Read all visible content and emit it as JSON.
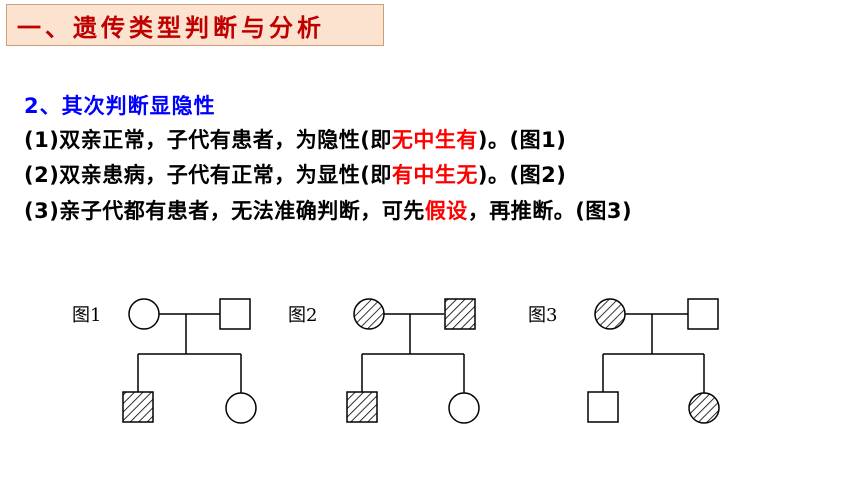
{
  "header": {
    "title": "一、遗传类型判断与分析"
  },
  "section": {
    "subtitle": "2、其次判断显隐性"
  },
  "lines": [
    {
      "prefix": "(1)双亲正常，子代有患者，为隐性(即",
      "highlight": "无中生有",
      "suffix": ")。(图1)"
    },
    {
      "prefix": "(2)双亲患病，子代有正常，为显性(即",
      "highlight": "有中生无",
      "suffix": ")。(图2)"
    },
    {
      "prefix": "(3)亲子代都有患者，无法准确判断，可先",
      "highlight": "假设",
      "suffix": "，再推断。(图3)"
    }
  ],
  "figures": [
    {
      "label": "图1",
      "mother": "normal",
      "father": "normal",
      "son": "affected",
      "daughter": "normal"
    },
    {
      "label": "图2",
      "mother": "affected",
      "father": "affected",
      "son": "affected",
      "daughter": "normal"
    },
    {
      "label": "图3",
      "mother": "affected",
      "father": "normal",
      "son": "normal",
      "daughter": "affected"
    }
  ],
  "colors": {
    "title_bg": "#fbe3cf",
    "title_text": "#c00000",
    "subtitle": "#0000ff",
    "highlight": "#ff0000"
  }
}
